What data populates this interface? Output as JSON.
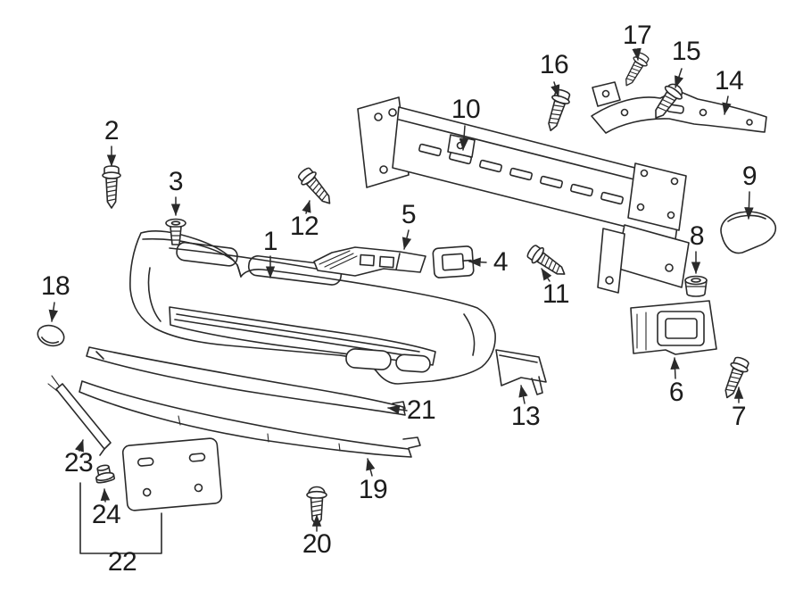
{
  "page": {
    "background": "#ffffff"
  },
  "diagram": {
    "stroke_color": "#2a2a2a",
    "label_color": "#1c1c1c",
    "callouts": [
      {
        "label": "1",
        "part": "front-bumper-cover"
      },
      {
        "label": "2",
        "part": "screw"
      },
      {
        "label": "3",
        "part": "push-rivet"
      },
      {
        "label": "4",
        "part": "retainer-clip"
      },
      {
        "label": "5",
        "part": "center-bracket"
      },
      {
        "label": "6",
        "part": "side-bracket"
      },
      {
        "label": "7",
        "part": "screw"
      },
      {
        "label": "8",
        "part": "grommet"
      },
      {
        "label": "9",
        "part": "tow-hook-cover"
      },
      {
        "label": "10",
        "part": "impact-bar"
      },
      {
        "label": "11",
        "part": "screw"
      },
      {
        "label": "12",
        "part": "screw"
      },
      {
        "label": "13",
        "part": "deflector-bracket"
      },
      {
        "label": "14",
        "part": "upper-bracket"
      },
      {
        "label": "15",
        "part": "bolt"
      },
      {
        "label": "16",
        "part": "screw"
      },
      {
        "label": "17",
        "part": "screw"
      },
      {
        "label": "18",
        "part": "plug"
      },
      {
        "label": "19",
        "part": "lower-trim"
      },
      {
        "label": "20",
        "part": "bolt"
      },
      {
        "label": "21",
        "part": "trim-strip"
      },
      {
        "label": "22",
        "part": "license-plate-bracket"
      },
      {
        "label": "23",
        "part": "support-rod"
      },
      {
        "label": "24",
        "part": "nut"
      }
    ]
  }
}
